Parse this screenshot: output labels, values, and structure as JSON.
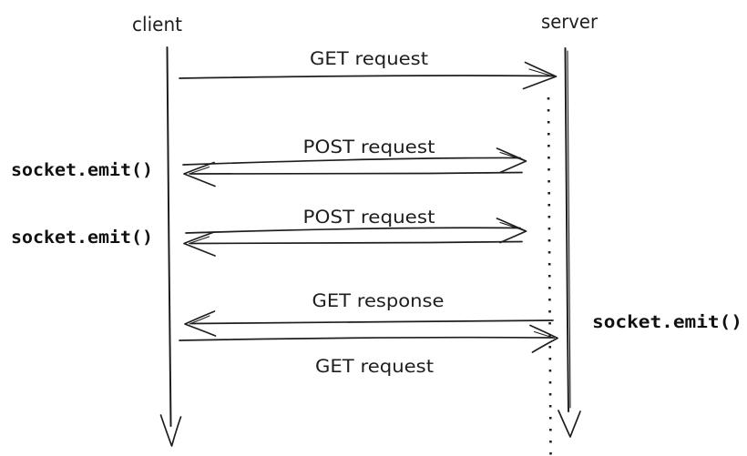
{
  "diagram": {
    "type": "sequence-diagram",
    "style": "hand-drawn",
    "background": "#ffffff",
    "stroke_color": "#1e1e1e",
    "actors": {
      "client": "client",
      "server": "server"
    },
    "messages": {
      "get_request_top": {
        "label": "GET request",
        "from": "client",
        "to": "server",
        "direction": "right"
      },
      "post_request_1": {
        "label": "POST request",
        "from": "client",
        "to": "server",
        "direction": "both"
      },
      "post_request_2": {
        "label": "POST request",
        "from": "client",
        "to": "server",
        "direction": "both"
      },
      "get_response": {
        "label": "GET response",
        "from": "server",
        "to": "client",
        "direction": "left"
      },
      "get_request_bottom": {
        "label": "GET request",
        "from": "client",
        "to": "server",
        "direction": "right"
      }
    },
    "annotations": {
      "socket_emit_left_1": {
        "label": "socket.emit()",
        "side": "left"
      },
      "socket_emit_left_2": {
        "label": "socket.emit()",
        "side": "left"
      },
      "socket_emit_right": {
        "label": "socket.emit()",
        "side": "right"
      }
    }
  }
}
